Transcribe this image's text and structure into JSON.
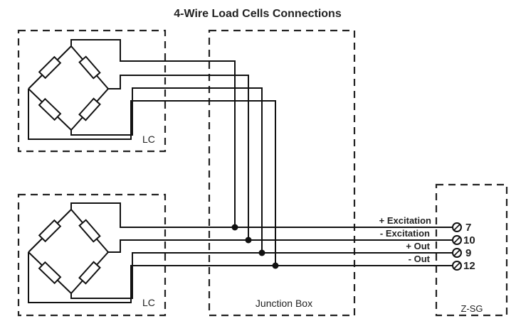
{
  "title": "4-Wire Load Cells Connections",
  "load_cells": [
    {
      "label": "LC"
    },
    {
      "label": "LC"
    }
  ],
  "junction_box": {
    "label": "Junction Box"
  },
  "module": {
    "label": "Z-SG"
  },
  "signals": [
    {
      "label": "+ Excitation",
      "terminal": "7"
    },
    {
      "label": "- Excitation",
      "terminal": "10"
    },
    {
      "label": "+ Out",
      "terminal": "9"
    },
    {
      "label": "- Out",
      "terminal": "12"
    }
  ]
}
